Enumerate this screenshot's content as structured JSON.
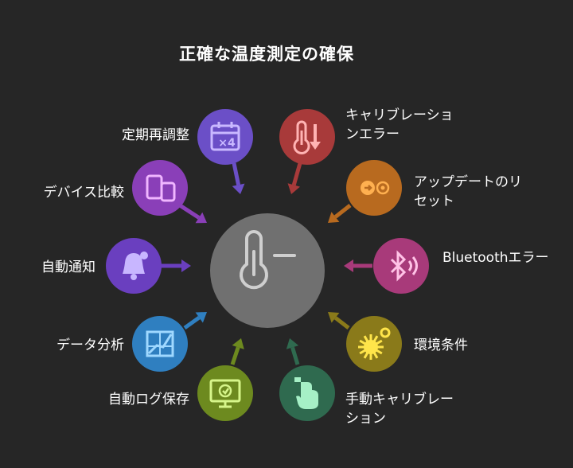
{
  "title": "正確な温度測定の確保",
  "center": {
    "icon": "thermometer-minus-icon",
    "color": "#707070"
  },
  "items": [
    {
      "label": "定期再調整",
      "icon": "calendar-x4-icon",
      "color": "#6b4fc7"
    },
    {
      "label": "デバイス比較",
      "icon": "devices-icon",
      "color": "#8a3fb8"
    },
    {
      "label": "自動通知",
      "icon": "bell-icon",
      "color": "#6a3fbf"
    },
    {
      "label": "データ分析",
      "icon": "chart-icon",
      "color": "#2f7fc0"
    },
    {
      "label": "自動ログ保存",
      "icon": "monitor-check-icon",
      "color": "#6d8a1f"
    },
    {
      "label": "手動キャリブレーション",
      "icon": "hand-icon",
      "color": "#2f6a4f"
    },
    {
      "label": "環境条件",
      "icon": "gear-sun-icon",
      "color": "#8a7a1a"
    },
    {
      "label": "Bluetoothエラー",
      "icon": "bluetooth-icon",
      "color": "#a83a7a"
    },
    {
      "label": "アップデートのリセット",
      "icon": "reset-icon",
      "color": "#b86a1f"
    },
    {
      "label": "キャリブレーションエラー",
      "icon": "thermometer-down-icon",
      "color": "#a83a3a"
    }
  ]
}
